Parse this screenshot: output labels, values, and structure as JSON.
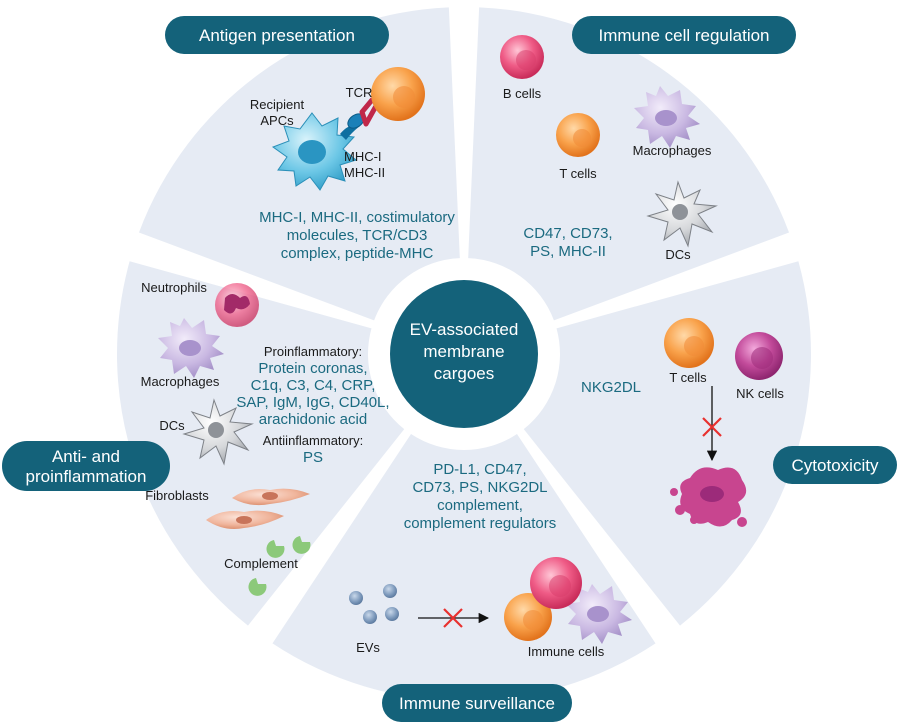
{
  "center": {
    "line1": "EV-associated",
    "line2": "membrane",
    "line3": "cargoes"
  },
  "sections": {
    "antigen": {
      "title": "Antigen presentation",
      "tcr": "TCR",
      "recipient1": "Recipient",
      "recipient2": "APCs",
      "mhc1": "MHC-I",
      "mhc2": "MHC-II",
      "cargo": [
        "MHC-I, MHC-II, costimulatory",
        "molecules, TCR/CD3",
        "complex, peptide-MHC"
      ]
    },
    "regulation": {
      "title": "Immune cell regulation",
      "bcells": "B cells",
      "tcells": "T cells",
      "macrophages": "Macrophages",
      "dcs": "DCs",
      "cargo": [
        "CD47, CD73,",
        "PS, MHC-II"
      ]
    },
    "cytotoxicity": {
      "title": "Cytotoxicity",
      "tcells": "T cells",
      "nkcells": "NK cells",
      "cargo": "NKG2DL"
    },
    "surveillance": {
      "title": "Immune surveillance",
      "evs": "EVs",
      "immune": "Immune cells",
      "cargo": [
        "PD-L1, CD47,",
        "CD73, PS, NKG2DL",
        "complement,",
        "complement regulators"
      ]
    },
    "inflammation": {
      "title1": "Anti- and",
      "title2": "proinflammation",
      "neutrophils": "Neutrophils",
      "macrophages": "Macrophages",
      "dcs": "DCs",
      "fibroblasts": "Fibroblasts",
      "complement": "Complement",
      "pro_heading": "Proinflammatory:",
      "pro_items": [
        "Protein coronas,",
        "C1q, C3, C4, CRP,",
        "SAP, IgM, IgG, CD40L,",
        "arachidonic acid"
      ],
      "anti_heading": "Antiinflammatory:",
      "anti_items": "PS"
    }
  },
  "colors": {
    "segment": "#e6ebf4",
    "pill": "#14627a",
    "center": "#14627a",
    "cargo_text": "#1b6a80",
    "inhibit": "#e8312f"
  }
}
